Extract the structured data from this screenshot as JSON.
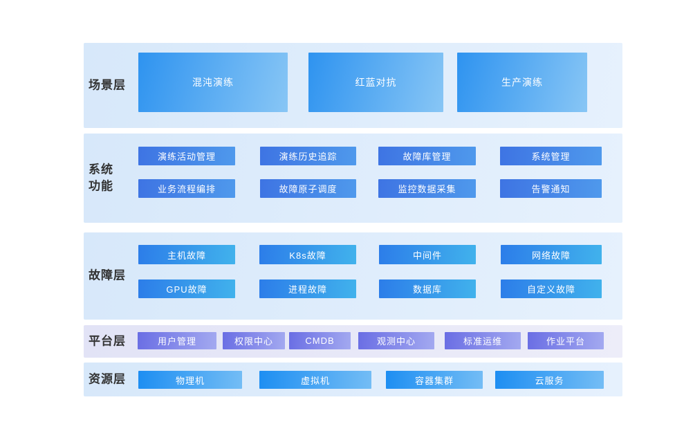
{
  "layers": {
    "scenario": {
      "label": "场景层",
      "boxes": [
        "混沌演练",
        "红蓝对抗",
        "生产演练"
      ]
    },
    "system": {
      "label_line1": "系统",
      "label_line2": "功能",
      "boxes": [
        "演练活动管理",
        "演练历史追踪",
        "故障库管理",
        "系统管理",
        "业务流程编排",
        "故障原子调度",
        "监控数据采集",
        "告警通知"
      ]
    },
    "fault": {
      "label": "故障层",
      "boxes": [
        "主机故障",
        "K8s故障",
        "中间件",
        "网络故障",
        "GPU故障",
        "进程故障",
        "数据库",
        "自定义故障"
      ]
    },
    "platform": {
      "label": "平台层",
      "boxes": [
        "用户管理",
        "权限中心",
        "CMDB",
        "观测中心",
        "标准运维",
        "作业平台"
      ]
    },
    "resource": {
      "label": "资源层",
      "boxes": [
        "物理机",
        "虚拟机",
        "容器集群",
        "云服务"
      ]
    }
  },
  "colors": {
    "section_bg_blue": "#dcebfa",
    "section_bg_purple": "#e4e5f6",
    "scenario_box_gradient": [
      "#2e93f0",
      "#88c6f5"
    ],
    "system_box_gradient": [
      "#3e74e3",
      "#4f99ec"
    ],
    "fault_box_gradient": [
      "#2c7de9",
      "#41b2ec"
    ],
    "platform_box_gradient": [
      "#6a6ee4",
      "#a3a9f0"
    ],
    "resource_box_gradient": [
      "#1d8ef2",
      "#74bdf5"
    ],
    "box_text": "#ffffff",
    "label_text": "#333333"
  }
}
